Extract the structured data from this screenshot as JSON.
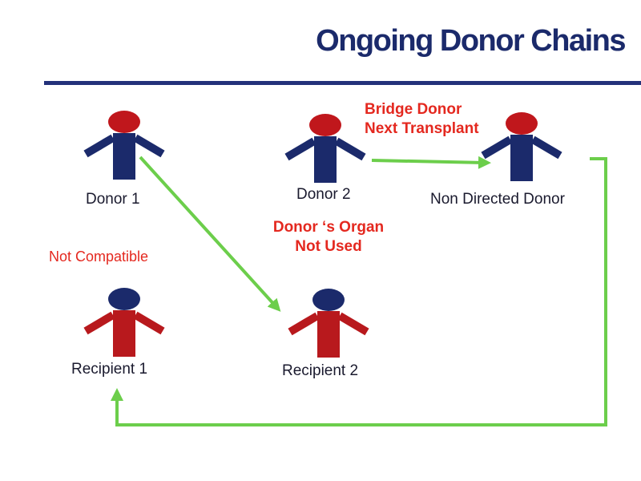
{
  "title": "Ongoing Donor Chains",
  "colors": {
    "navy": "#1b2a6b",
    "donor_head": "#c0171c",
    "recipient_body": "#b8191d",
    "annotation_red": "#e4281f",
    "arrow_green": "#6cce4b",
    "rule": "#23317a"
  },
  "people": {
    "donor1": {
      "label": "Donor 1",
      "role": "donor"
    },
    "donor2": {
      "label": "Donor 2",
      "role": "donor"
    },
    "ndd": {
      "label": "Non Directed Donor",
      "role": "donor"
    },
    "recipient1": {
      "label": "Recipient 1",
      "role": "recipient"
    },
    "recipient2": {
      "label": "Recipient 2",
      "role": "recipient"
    }
  },
  "annotations": {
    "bridge": [
      "Bridge Donor",
      "Next Transplant"
    ],
    "not_used": [
      "Donor ‘s Organ",
      "Not Used"
    ],
    "not_compatible": "Not Compatible"
  },
  "edges": [
    {
      "from": "donor1",
      "to": "recipient2"
    },
    {
      "from": "donor2",
      "to": "ndd"
    },
    {
      "from": "ndd",
      "to": "recipient1"
    }
  ]
}
